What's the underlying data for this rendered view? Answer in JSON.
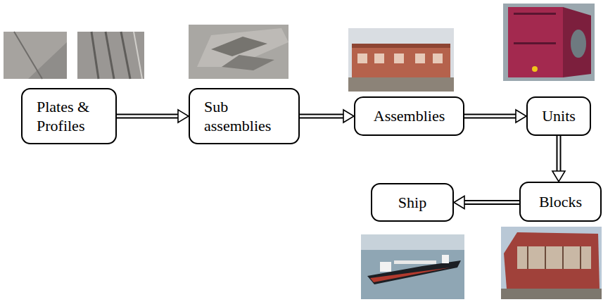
{
  "diagram": {
    "nodes": [
      {
        "text": [
          "Plates & Profiles"
        ]
      },
      {
        "text": [
          "Sub assemblies"
        ]
      },
      {
        "text": [
          "Assemblies"
        ]
      },
      {
        "text": [
          "Units"
        ]
      },
      {
        "text": [
          "Blocks"
        ]
      },
      {
        "text": [
          "Ship"
        ]
      }
    ],
    "edges": [
      {
        "from": 0,
        "to": 1,
        "arrow": "to"
      },
      {
        "from": 1,
        "to": 2,
        "arrow": "to"
      },
      {
        "from": 2,
        "to": 3,
        "arrow": "to"
      },
      {
        "from": 3,
        "to": 4,
        "arrow": "to"
      },
      {
        "from": 4,
        "to": 5,
        "arrow": "to"
      }
    ]
  }
}
